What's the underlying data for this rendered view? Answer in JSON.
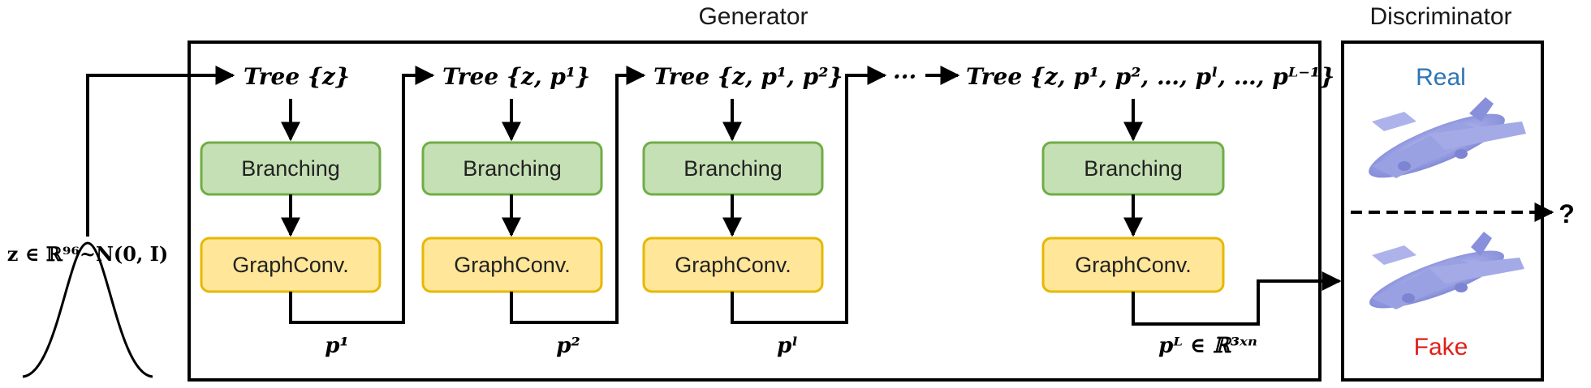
{
  "generator": {
    "title": "Generator",
    "trees": [
      "Tree {z}",
      "Tree {z, p¹}",
      "Tree {z, p¹, p²}",
      "Tree {z, p¹, p², …, pˡ, …, pᴸ⁻¹}"
    ],
    "ellipsis": "···",
    "branching_label": "Branching",
    "graphconv_label": "GraphConv.",
    "outputs": [
      "p¹",
      "p²",
      "pˡ",
      "pᴸ ∈ ℝ³ˣⁿ"
    ]
  },
  "input": {
    "label": "z ∈ ℝ⁹⁶~N(0, I)"
  },
  "discriminator": {
    "title": "Discriminator",
    "real_label": "Real",
    "fake_label": "Fake",
    "question": "?"
  },
  "colors": {
    "branching_fill": "#c5e0b4",
    "branching_border": "#70ad47",
    "graphconv_fill": "#ffe699",
    "graphconv_border": "#e6b800",
    "real": "#2e75b6",
    "fake": "#e0201b"
  }
}
